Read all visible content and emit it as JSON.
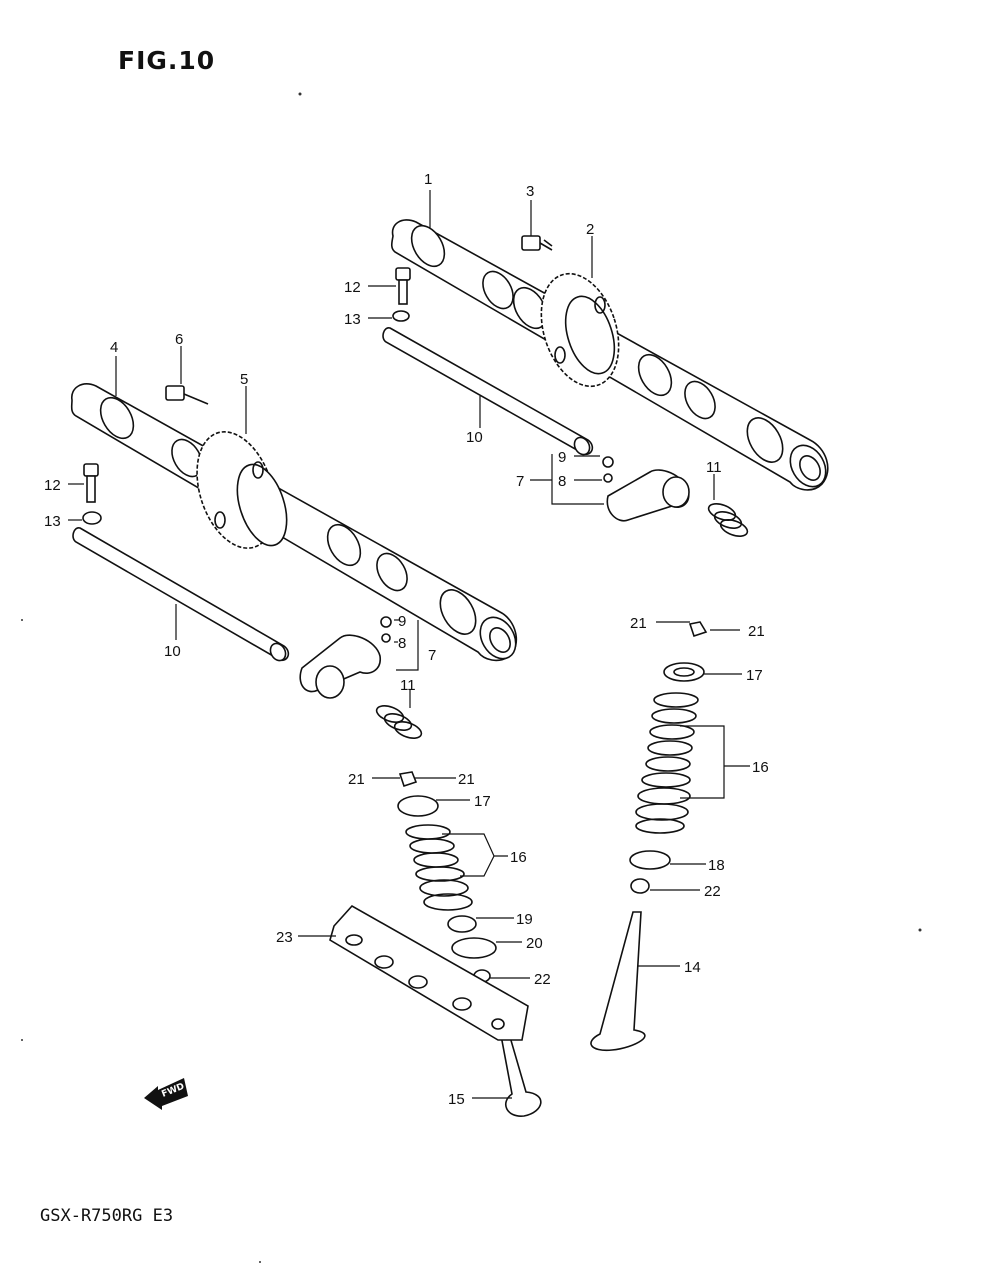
{
  "figure": {
    "title": "FIG.10",
    "model": "GSX-R750RG  E3",
    "fwd_marker": "FWD"
  },
  "callouts": [
    {
      "id": "c1",
      "label": "1"
    },
    {
      "id": "c2",
      "label": "2"
    },
    {
      "id": "c3",
      "label": "3"
    },
    {
      "id": "c4",
      "label": "4"
    },
    {
      "id": "c5",
      "label": "5"
    },
    {
      "id": "c6",
      "label": "6"
    },
    {
      "id": "c7a",
      "label": "7"
    },
    {
      "id": "c8a",
      "label": "8"
    },
    {
      "id": "c9a",
      "label": "9"
    },
    {
      "id": "c10a",
      "label": "10"
    },
    {
      "id": "c11a",
      "label": "11"
    },
    {
      "id": "c12a",
      "label": "12"
    },
    {
      "id": "c13a",
      "label": "13"
    },
    {
      "id": "c10b",
      "label": "10"
    },
    {
      "id": "c12b",
      "label": "12"
    },
    {
      "id": "c13b",
      "label": "13"
    },
    {
      "id": "c9b",
      "label": "9"
    },
    {
      "id": "c8b",
      "label": "8"
    },
    {
      "id": "c7b",
      "label": "7"
    },
    {
      "id": "c11b",
      "label": "11"
    },
    {
      "id": "c21a",
      "label": "21"
    },
    {
      "id": "c21b",
      "label": "21"
    },
    {
      "id": "c17a",
      "label": "17"
    },
    {
      "id": "c16a",
      "label": "16"
    },
    {
      "id": "c18",
      "label": "18"
    },
    {
      "id": "c22a",
      "label": "22"
    },
    {
      "id": "c14",
      "label": "14"
    },
    {
      "id": "c21c",
      "label": "21"
    },
    {
      "id": "c21d",
      "label": "21"
    },
    {
      "id": "c17b",
      "label": "17"
    },
    {
      "id": "c16b",
      "label": "16"
    },
    {
      "id": "c19",
      "label": "19"
    },
    {
      "id": "c20",
      "label": "20"
    },
    {
      "id": "c22b",
      "label": "22"
    },
    {
      "id": "c23",
      "label": "23"
    },
    {
      "id": "c15",
      "label": "15"
    }
  ]
}
